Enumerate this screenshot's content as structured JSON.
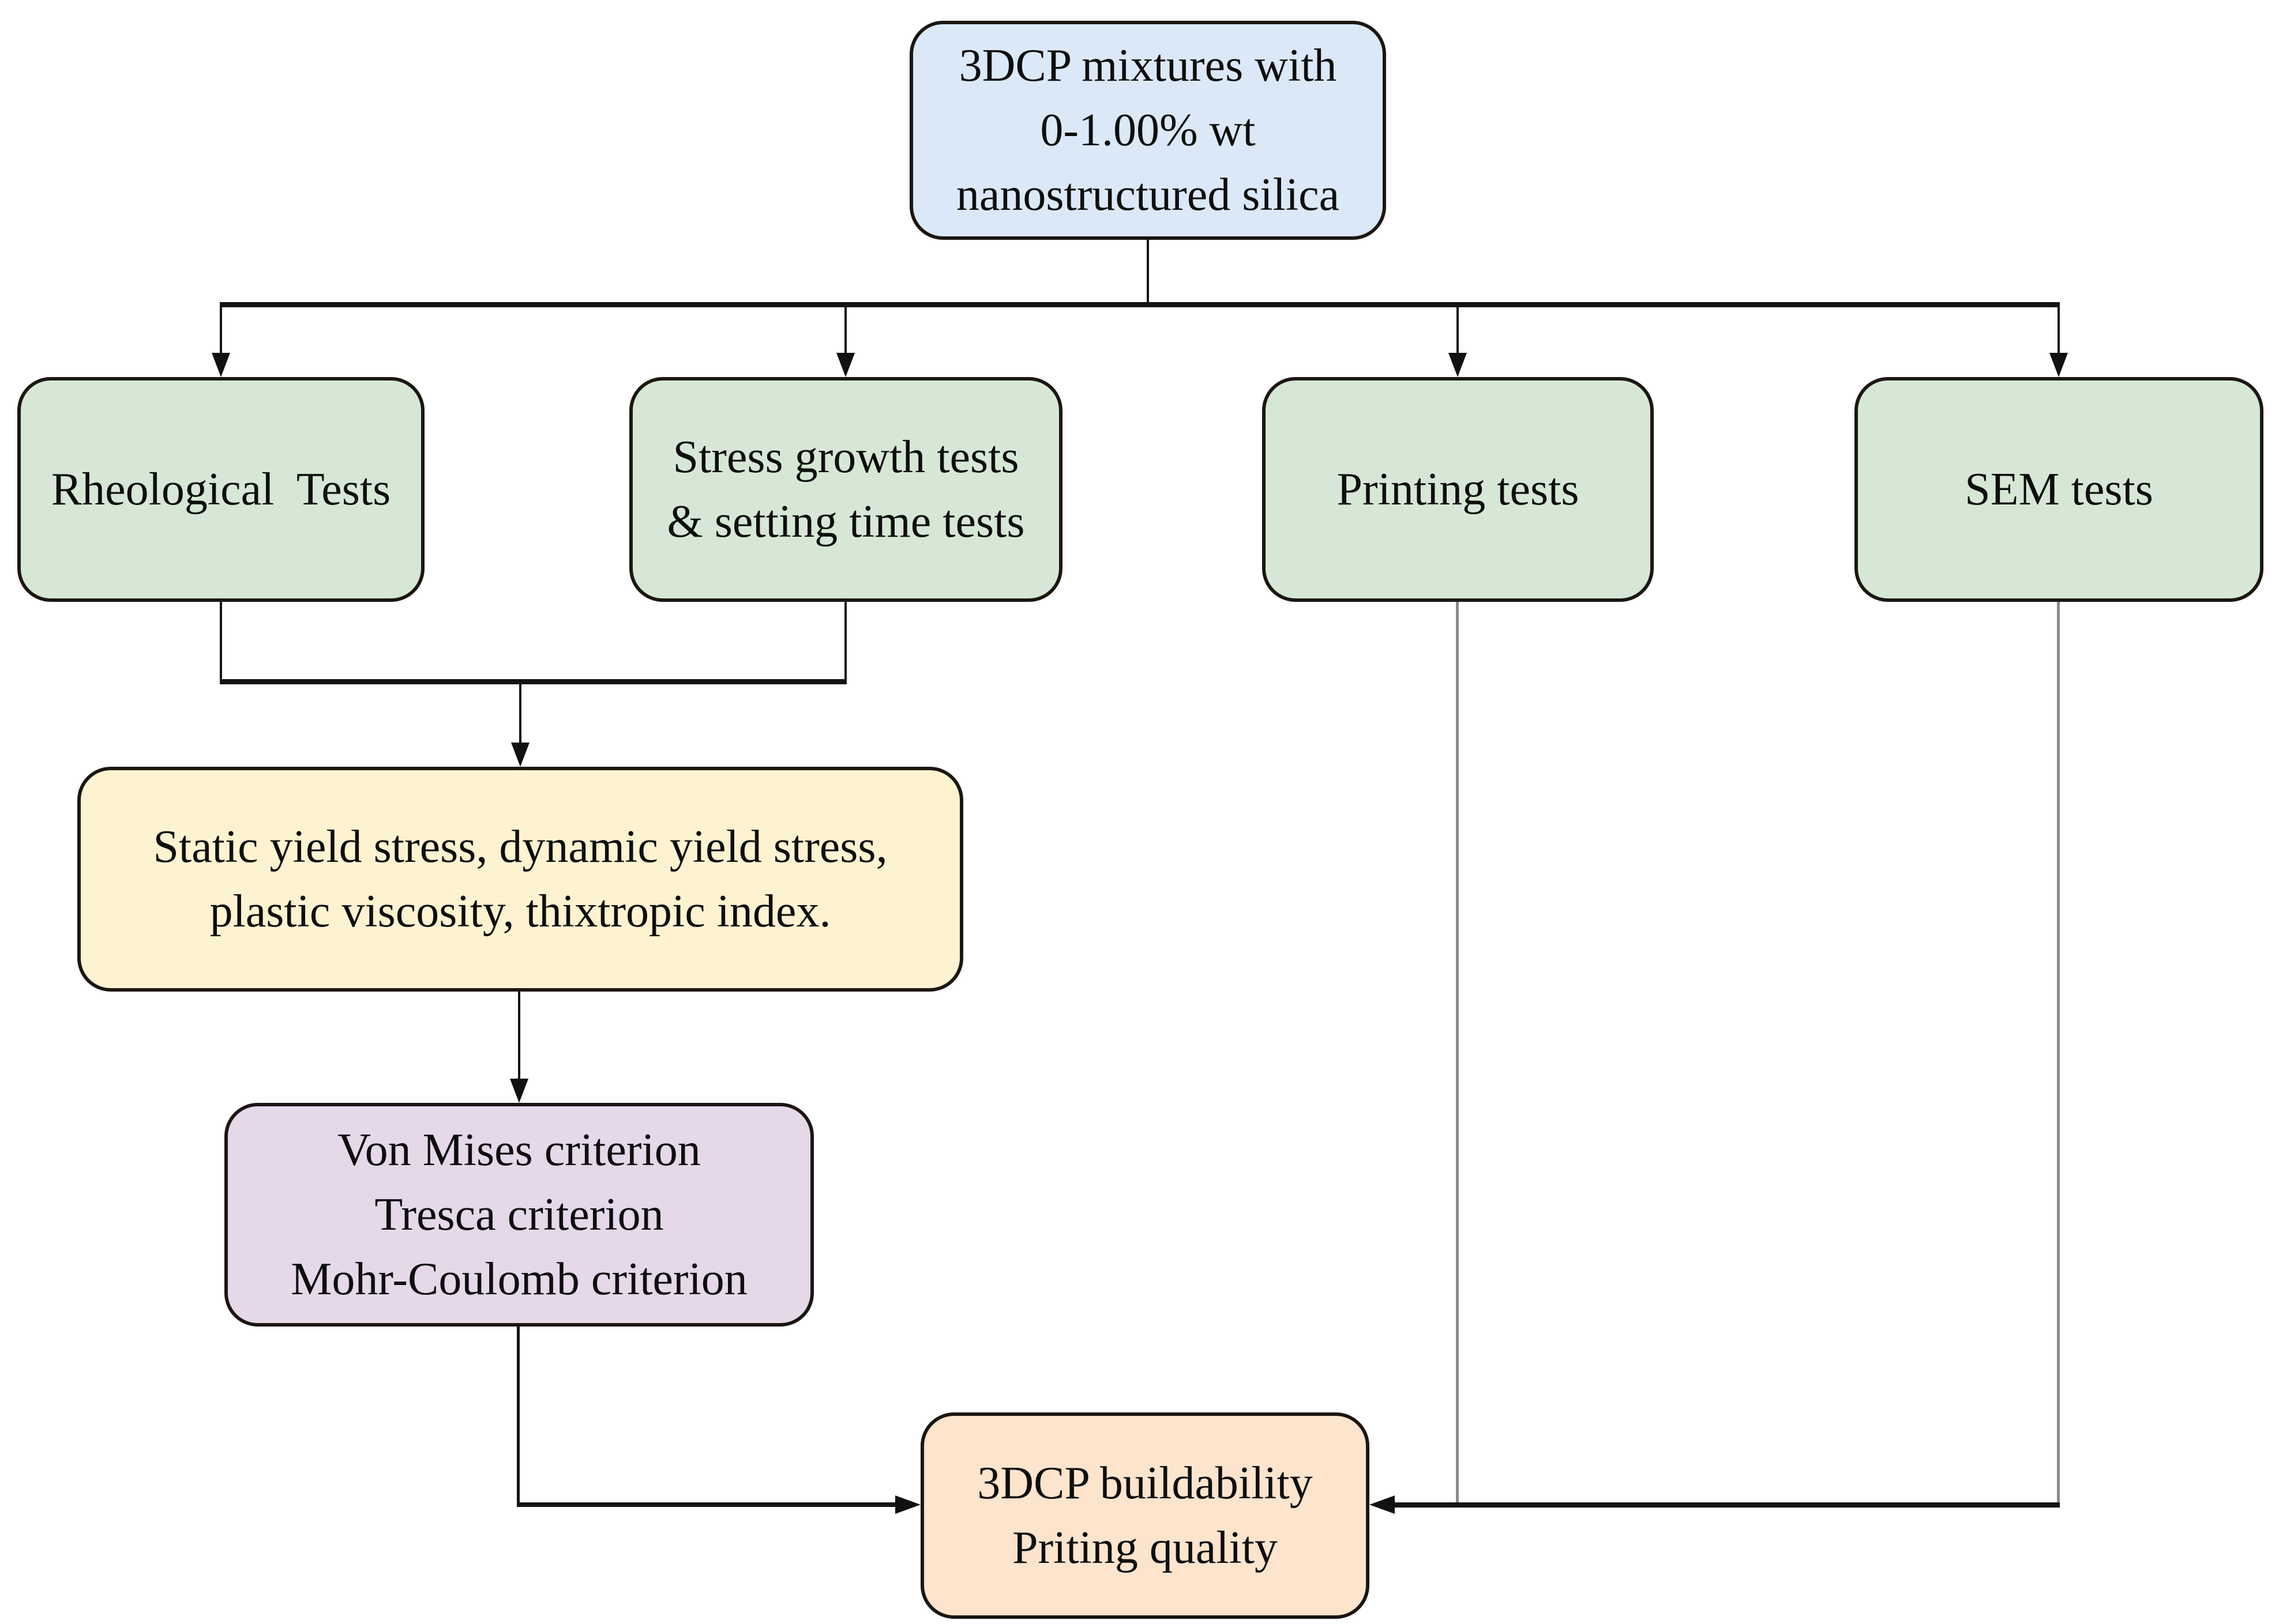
{
  "diagram": {
    "title": "3DCP nanostructured silica testing flowchart",
    "nodes": {
      "mixtures": {
        "lines": [
          "3DCP mixtures with",
          "0-1.00% wt",
          "nanostructured silica"
        ]
      },
      "rheological": {
        "lines": [
          "Rheological  Tests"
        ]
      },
      "stress_setting": {
        "lines": [
          "Stress growth tests",
          "& setting time tests"
        ]
      },
      "printing": {
        "lines": [
          "Printing tests"
        ]
      },
      "sem": {
        "lines": [
          "SEM tests"
        ]
      },
      "rheo_params": {
        "lines": [
          "Static yield stress, dynamic yield stress,",
          "plastic viscosity, thixtropic index."
        ]
      },
      "criteria": {
        "lines": [
          "Von Mises criterion",
          "Tresca criterion",
          "Mohr-Coulomb criterion"
        ]
      },
      "outcome": {
        "lines": [
          "3DCP buildability",
          "Priting quality"
        ]
      }
    },
    "colors": {
      "mixtures_fill": "#dbe8f8",
      "tests_fill": "#d6e8d5",
      "params_fill": "#fdf3d1",
      "criteria_fill": "#e4d8e9",
      "outcome_fill": "#fce4cd",
      "border": "#1c1612",
      "connector": "#141414",
      "connector_gray": "#8a8a8a"
    }
  }
}
